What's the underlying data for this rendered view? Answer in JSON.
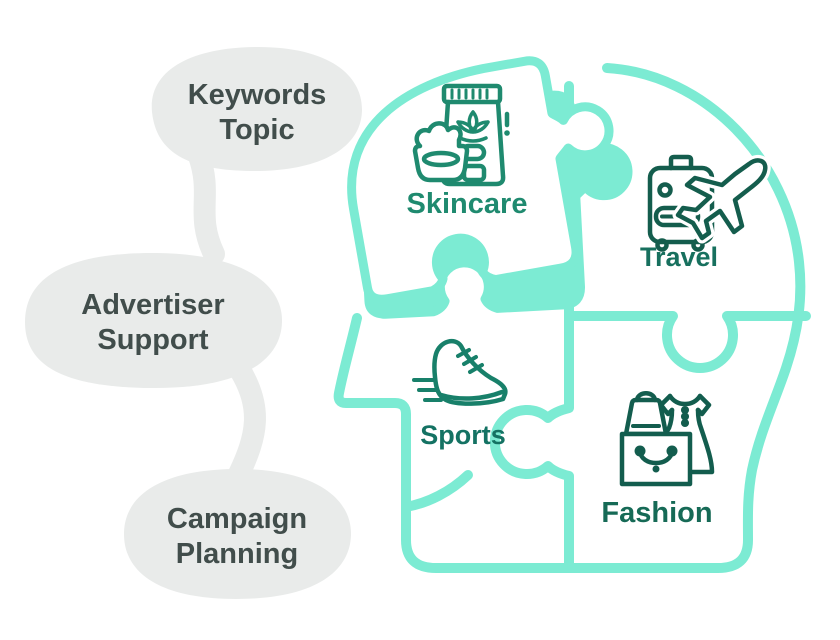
{
  "bubbles": [
    {
      "line1": "Keywords",
      "line2": "Topic"
    },
    {
      "line1": "Advertiser",
      "line2": "Support"
    },
    {
      "line1": "Campaign",
      "line2": "Planning"
    }
  ],
  "categories": [
    {
      "label": "Skincare"
    },
    {
      "label": "Travel"
    },
    {
      "label": "Sports"
    },
    {
      "label": "Fashion"
    }
  ],
  "icons": {
    "skincare": "skincare-products-icon",
    "travel": "suitcase-airplane-icon",
    "sports": "running-shoe-icon",
    "fashion": "shopping-bags-dress-icon"
  },
  "colors": {
    "mint": "#7CEBD3",
    "bubble_gray": "#E9EBEA",
    "bubble_text": "#414D4B",
    "skincare_green": "#1F8A6F",
    "travel_green": "#17705E",
    "sports_green": "#147263",
    "fashion_green": "#166A56"
  }
}
